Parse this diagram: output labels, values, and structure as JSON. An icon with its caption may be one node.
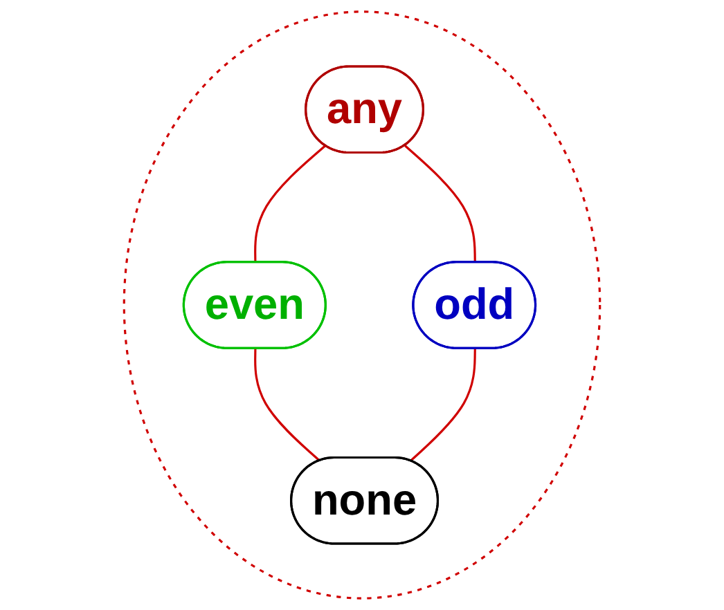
{
  "diagram": {
    "nodes": [
      {
        "text": [],
        "shape": "circle"
      },
      {
        "text": [
          "any"
        ],
        "in": 0
      },
      {
        "text": [
          "even"
        ],
        "in": 0
      },
      {
        "text": [
          "odd"
        ],
        "in": 0
      },
      {
        "text": [
          "none"
        ],
        "in": 0
      }
    ],
    "edges": [
      {
        "from": 1,
        "to": 2,
        "arrow": "none"
      },
      {
        "from": 1,
        "to": 3,
        "arrow": "none"
      },
      {
        "from": 2,
        "to": 4,
        "arrow": "none"
      },
      {
        "from": 3,
        "to": 4,
        "arrow": "none"
      }
    ]
  }
}
